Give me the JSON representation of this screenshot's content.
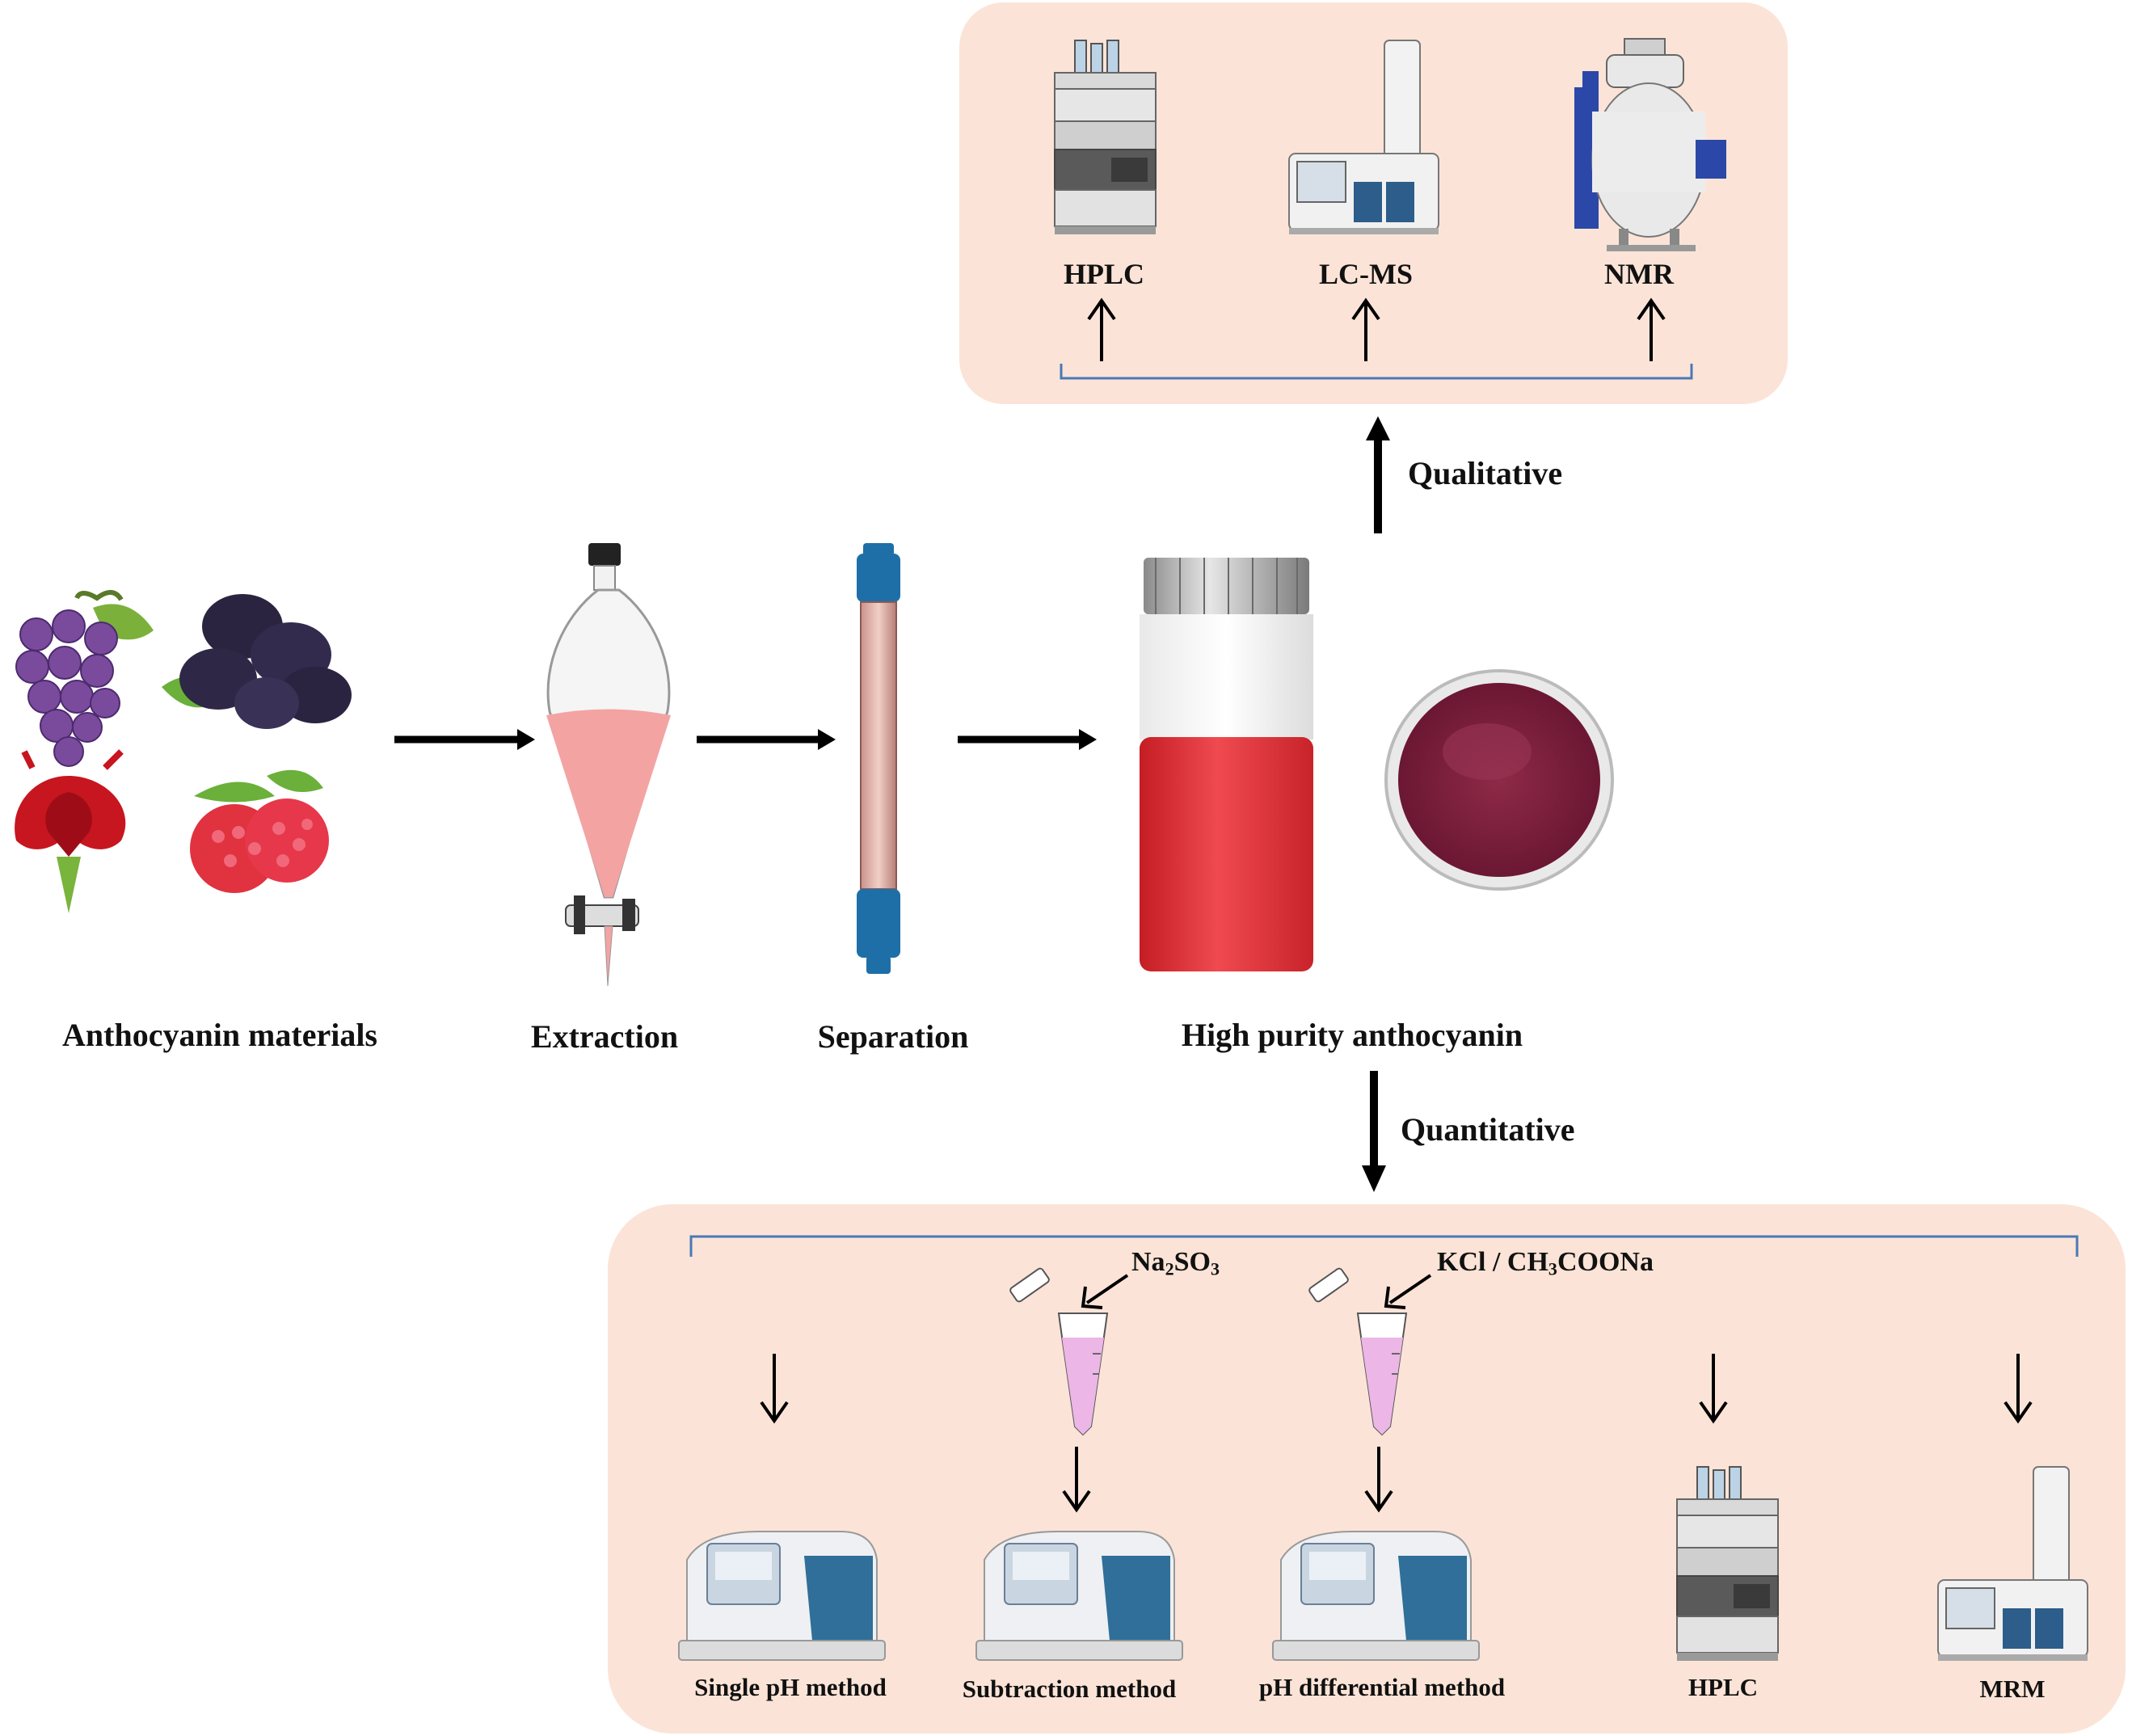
{
  "qualitative_panel": {
    "instruments": [
      {
        "label": "HPLC",
        "icon": "hplc-instrument-icon"
      },
      {
        "label": "LC-MS",
        "icon": "lcms-instrument-icon"
      },
      {
        "label": "NMR",
        "icon": "nmr-instrument-icon"
      }
    ]
  },
  "workflow": {
    "steps": [
      {
        "label": "Anthocyanin materials",
        "icon": "fruit-materials-icon"
      },
      {
        "label": "Extraction",
        "icon": "separatory-funnel-icon"
      },
      {
        "label": "Separation",
        "icon": "chromatography-column-icon"
      },
      {
        "label": "High purity anthocyanin",
        "icon": "anthocyanin-vial-powder-icon"
      }
    ],
    "qualitative_label": "Qualitative",
    "quantitative_label": "Quantitative"
  },
  "quantitative_panel": {
    "reagent_1": {
      "pre": "Na",
      "sub1": "2",
      "mid": "SO",
      "sub2": "3"
    },
    "reagent_2": {
      "pre": "KCl / CH",
      "sub1": "3",
      "mid": "COONa",
      "sub2": ""
    },
    "methods": [
      {
        "label": "Single pH method",
        "icon": "spectrophotometer-icon"
      },
      {
        "label": "Subtraction method",
        "icon": "spectrophotometer-icon"
      },
      {
        "label": "pH differential method",
        "icon": "spectrophotometer-icon"
      },
      {
        "label": "HPLC",
        "icon": "hplc-instrument-icon"
      },
      {
        "label": "MRM",
        "icon": "mass-spectrometer-icon"
      }
    ]
  },
  "colors": {
    "panel_fill": "#fbe4d7",
    "bracket": "#4a78b8",
    "arrow": "#000000",
    "liquid_pink": "#f4a3a3",
    "column_blue": "#1e6fa8",
    "anthocyanin_red": "#d4262c",
    "powder": "#7a1e3a"
  }
}
